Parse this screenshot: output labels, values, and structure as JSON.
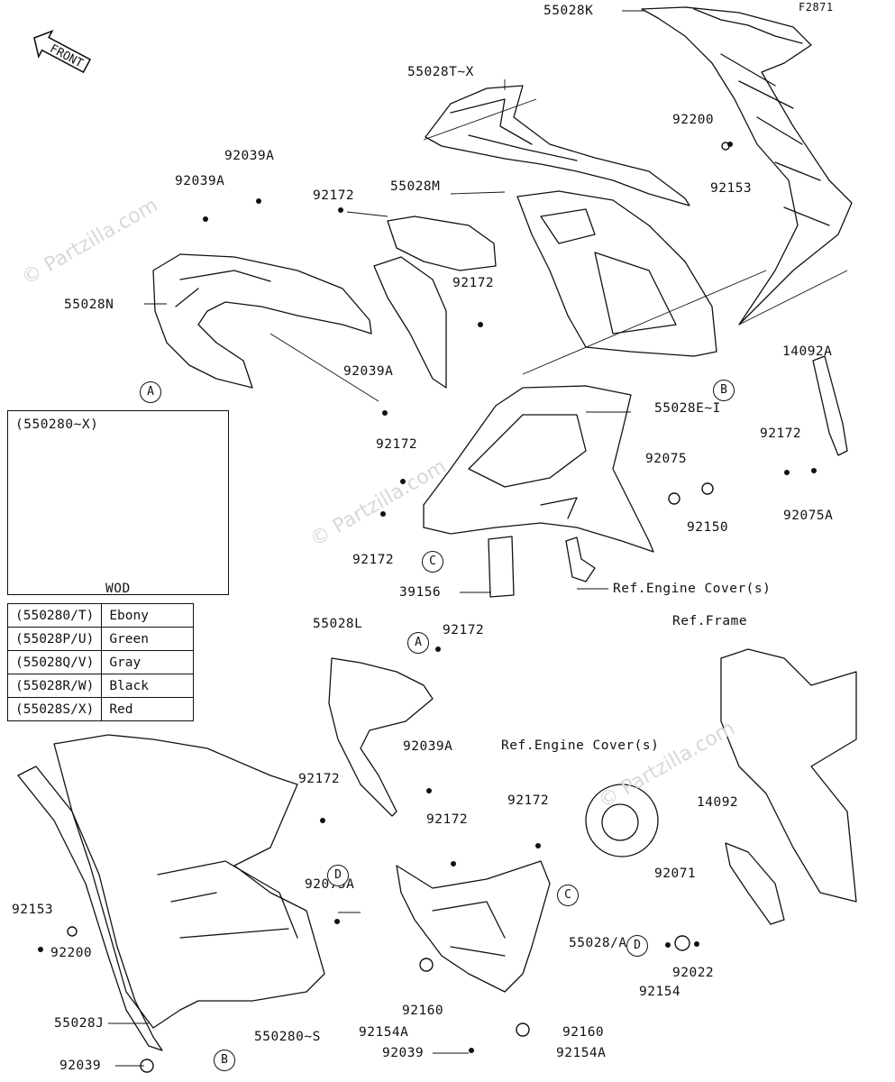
{
  "figure_id": "F2871",
  "front_label": "FRONT",
  "inset": {
    "title": "(550280~X)",
    "subtitle": "WOD"
  },
  "color_table": [
    {
      "code": "(550280/T)",
      "color": "Ebony"
    },
    {
      "code": "(55028P/U)",
      "color": "Green"
    },
    {
      "code": "(55028Q/V)",
      "color": "Gray"
    },
    {
      "code": "(55028R/W)",
      "color": "Black"
    },
    {
      "code": "(55028S/X)",
      "color": "Red"
    }
  ],
  "part_labels": [
    "55028K",
    "55028T~X",
    "92200",
    "92153",
    "92039A",
    "92039A",
    "92172",
    "55028M",
    "55028N",
    "92172",
    "92039A",
    "14092A",
    "55028E~I",
    "92172",
    "92075",
    "92172",
    "92075A",
    "92150",
    "92172",
    "39156",
    "Ref.Engine Cover(s)",
    "55028L",
    "92172",
    "Ref.Frame",
    "92039A",
    "Ref.Engine Cover(s)",
    "92172",
    "92172",
    "92172",
    "14092",
    "92153",
    "92075A",
    "92071",
    "92200",
    "55028/A~D",
    "92022",
    "92154",
    "92160",
    "92154A",
    "55028J",
    "550280~S",
    "92160",
    "92039",
    "92039",
    "92154A"
  ],
  "callouts": [
    "A",
    "B",
    "C",
    "A",
    "D",
    "C",
    "D",
    "B"
  ],
  "watermark": "© Partzilla.com"
}
